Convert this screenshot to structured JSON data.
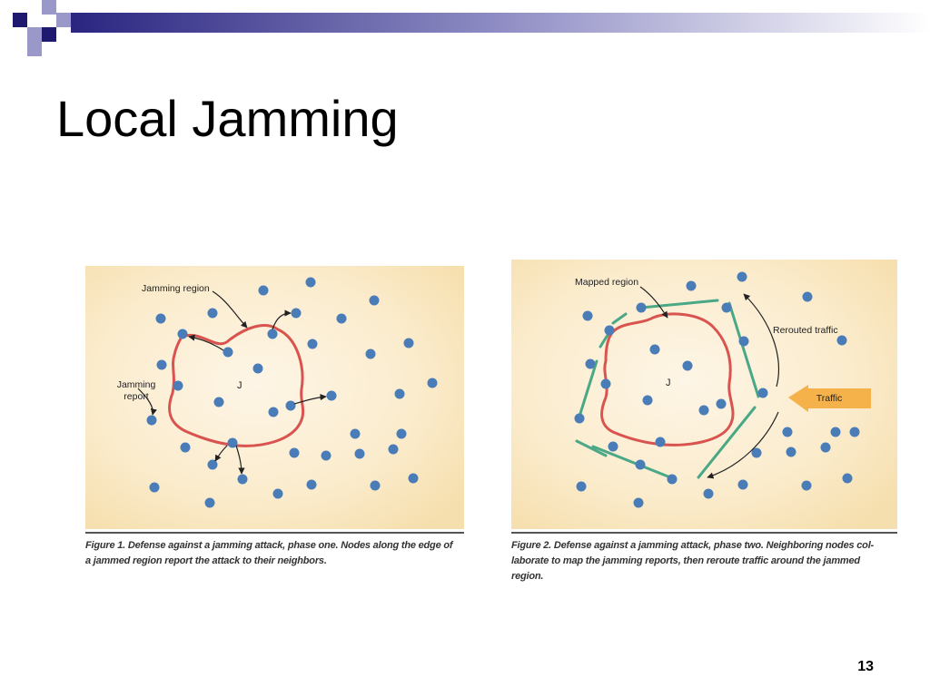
{
  "slide": {
    "title": "Local Jamming",
    "page_number": "13"
  },
  "figure1": {
    "labels": {
      "jamming_region": "Jamming region",
      "jamming_report_line1": "Jamming",
      "jamming_report_line2": "report",
      "jammer": "J"
    },
    "caption_line1": "Figure 1. Defense against a jamming attack, phase one. Nodes along the edge of",
    "caption_line2": "a jammed region report the attack to their neighbors."
  },
  "figure2": {
    "labels": {
      "mapped_region": "Mapped region",
      "rerouted_traffic": "Rerouted traffic",
      "traffic": "Traffic",
      "jammer": "J"
    },
    "caption_line1": "Figure 2. Defense against a jamming attack, phase two. Neighboring nodes col-",
    "caption_line2": "laborate to map the jamming reports, then reroute traffic around the jammed",
    "caption_line3": "region."
  },
  "colors": {
    "node": "#4a7db8",
    "jammed_region": "#d9534f",
    "mapped_region": "#4aa887",
    "traffic_arrow": "#f6b24a",
    "panel_center": "#fdf3e0",
    "panel_edge": "#f6dfae",
    "corner_navy": "#1f1a6f",
    "corner_lavender": "#9a98c9"
  }
}
